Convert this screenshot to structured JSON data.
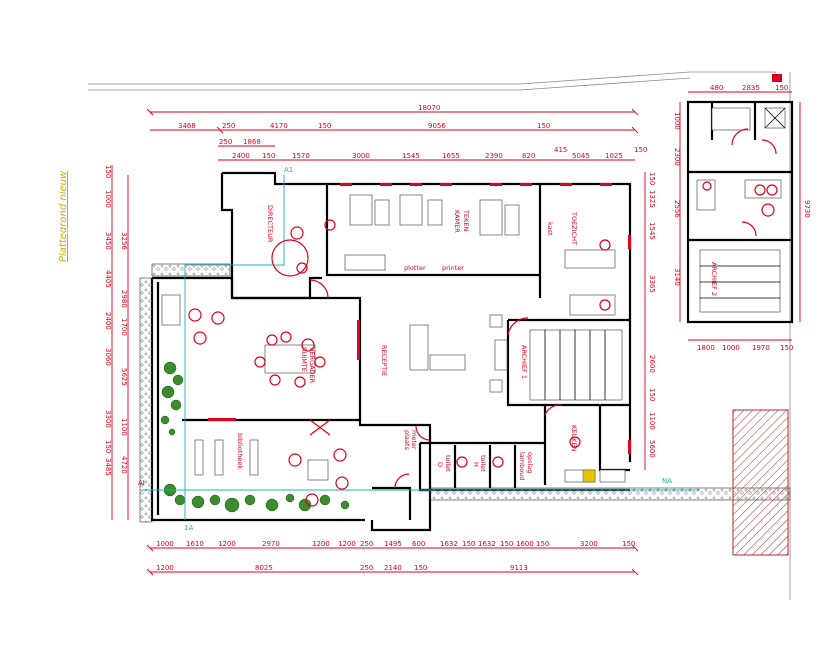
{
  "drawing": {
    "title": "Plattegrond nieuw",
    "rooms": {
      "directeur": "DIRECTEUR",
      "teken_kamer_1": "TEKEN",
      "teken_kamer_2": "KAMER",
      "toezicht": "TOEZICHT",
      "kast": "kast",
      "plotter": "plotter",
      "printer": "printer",
      "vergader_1": "VERGADER",
      "vergader_2": "RUIMTE",
      "receptie": "RECEPTIE",
      "archief_1": "ARCHIEF 1",
      "archief_2": "ARCHIEF 2",
      "keuken": "KEUKEN",
      "bibliotheek": "bibliotheek",
      "meter_plaats_1": "meter",
      "meter_plaats_2": "plaats",
      "toilet_d_1": "toilet",
      "toilet_d_2": "D",
      "toilet_h_1": "toilet",
      "toilet_h_2": "H",
      "opslag_1": "opslag",
      "opslag_2": "lamboud"
    },
    "axis_marks": {
      "a_top": "A1",
      "a_bottom": "1A",
      "na": "NA",
      "ai": "AI"
    },
    "dims_top": {
      "overall": "18070",
      "row2": [
        "3468",
        "250",
        "4170",
        "150",
        "9056",
        "150"
      ],
      "row3": [
        "250",
        "1868"
      ],
      "row4": [
        "2400",
        "150",
        "1570",
        "3000",
        "1545",
        "1655",
        "2390",
        "820",
        "415",
        "5045",
        "1025",
        "150"
      ]
    },
    "dims_bottom": {
      "row1": [
        "1000",
        "1610",
        "1200",
        "2970",
        "1200",
        "1200",
        "250",
        "1495",
        "600",
        "1632",
        "150",
        "1632",
        "150",
        "1600",
        "150",
        "3200",
        "150"
      ],
      "row2": [
        "1200",
        "8025",
        "250",
        "2140",
        "150",
        "9113"
      ]
    },
    "dims_left": [
      "150",
      "1000",
      "3450",
      "3256",
      "4405",
      "2980",
      "2400",
      "1700",
      "3060",
      "5625",
      "3300",
      "1100",
      "150",
      "3485",
      "4720"
    ],
    "dims_right": [
      "150",
      "1325",
      "1545",
      "3365",
      "2600",
      "150",
      "1100",
      "5600"
    ],
    "dims_annex": {
      "top": [
        "480",
        "2835",
        "150"
      ],
      "bottom": [
        "1800",
        "1000",
        "1970",
        "150"
      ],
      "left": [
        "1000",
        "2300",
        "2556",
        "3140"
      ],
      "right": "9730"
    }
  }
}
